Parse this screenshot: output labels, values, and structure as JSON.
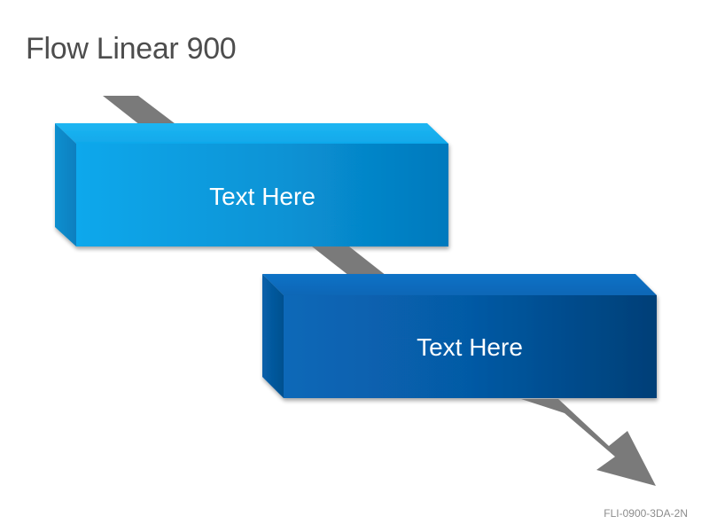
{
  "slide": {
    "title": "Flow Linear 900",
    "code": "FLI-0900-3DA-2N"
  },
  "steps": [
    {
      "label": "Text Here",
      "color": "#0894d6"
    },
    {
      "label": "Text Here",
      "color": "#045aa6"
    }
  ],
  "colors": {
    "connector": "#7a7a7a",
    "title_text": "#4d4d4d"
  }
}
